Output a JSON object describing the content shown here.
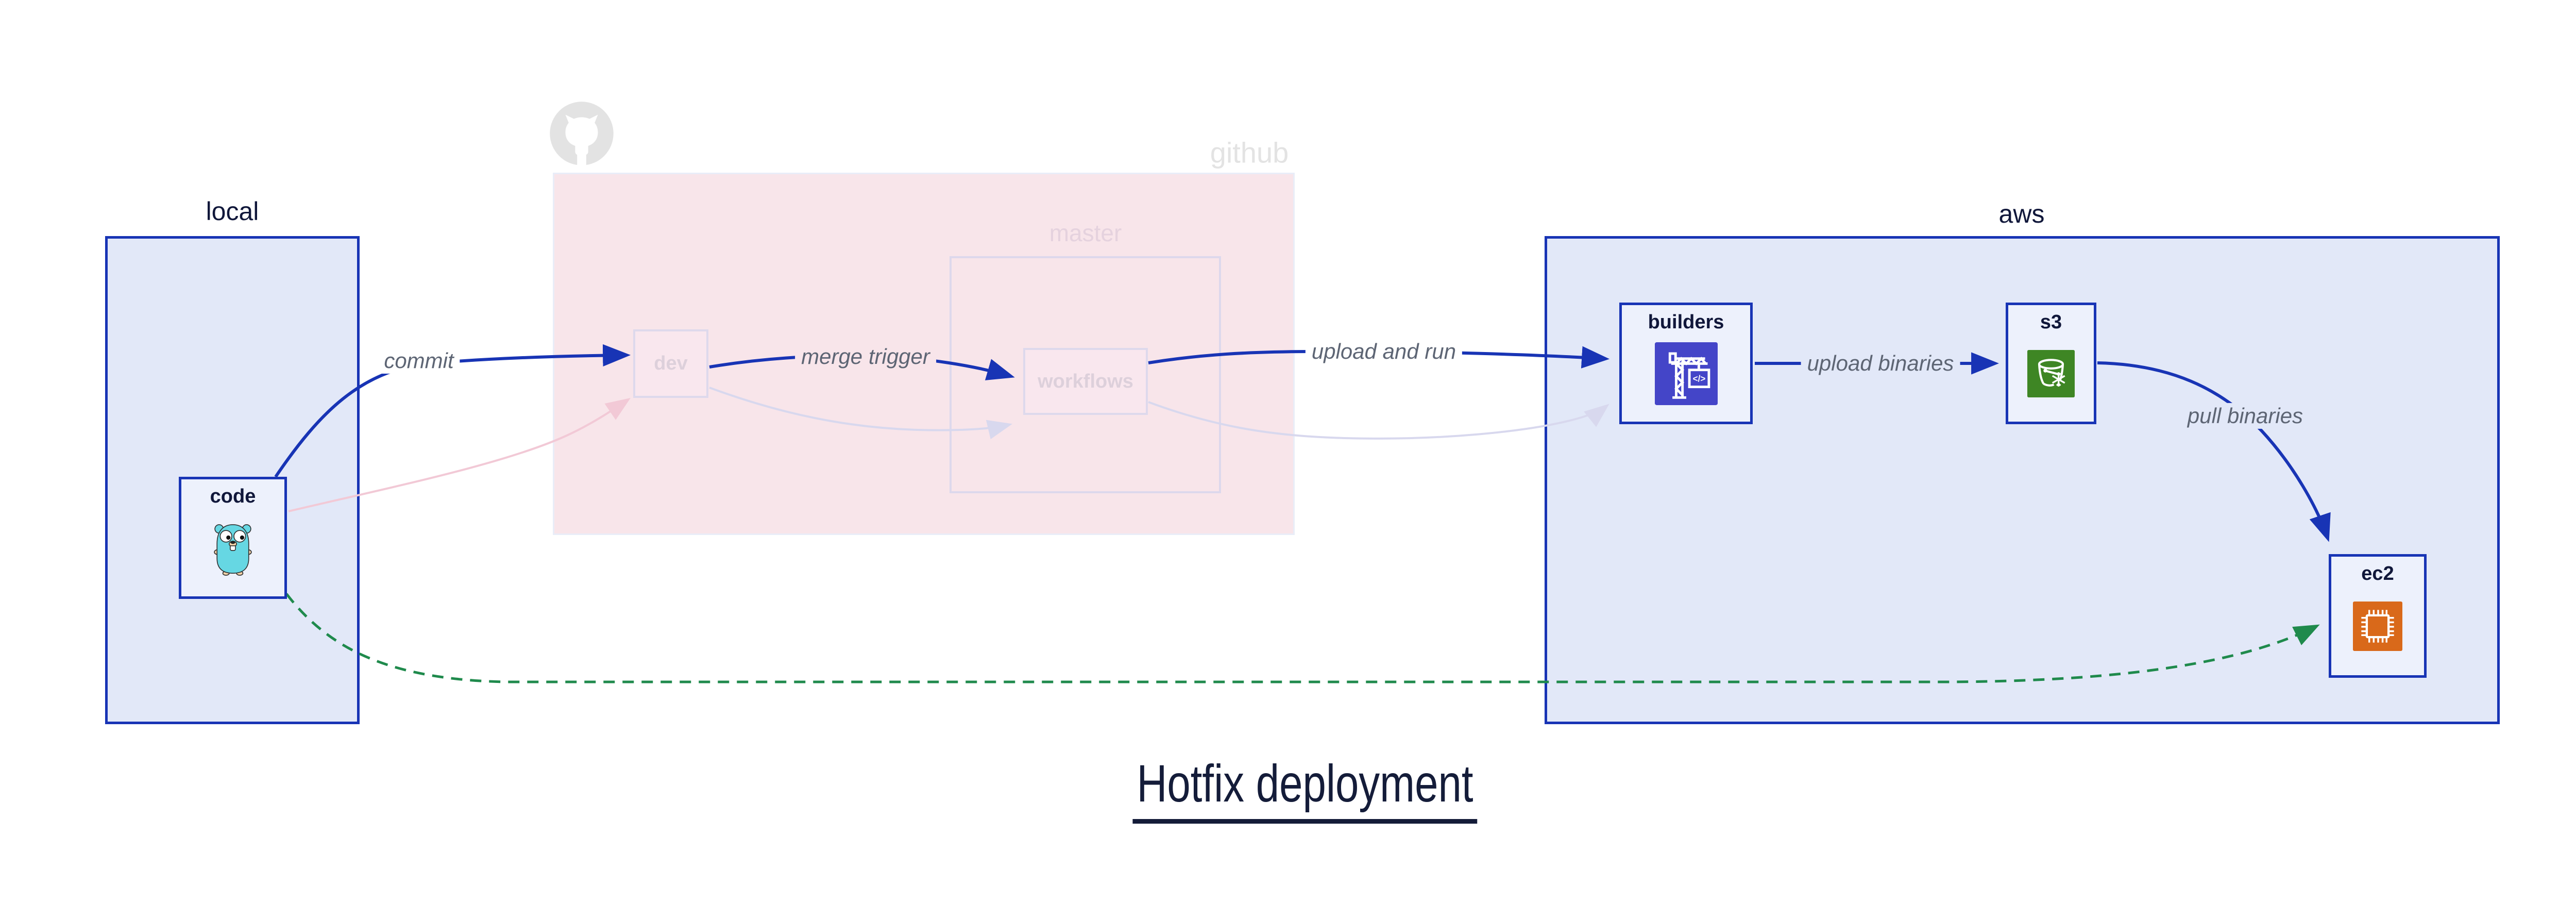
{
  "title": "Hotfix deployment",
  "containers": {
    "local": {
      "label": "local"
    },
    "github": {
      "label": "github"
    },
    "master": {
      "label": "master"
    },
    "aws": {
      "label": "aws"
    }
  },
  "nodes": {
    "code": {
      "label": "code",
      "icon": "go-gopher-icon"
    },
    "dev": {
      "label": "dev"
    },
    "workflows": {
      "label": "workflows"
    },
    "builders": {
      "label": "builders",
      "icon": "codebuild-crane-icon",
      "icon_bg": "#4445c8"
    },
    "s3": {
      "label": "s3",
      "icon": "s3-glacier-bucket-icon",
      "icon_bg": "#3e8624"
    },
    "ec2": {
      "label": "ec2",
      "icon": "ec2-chip-icon",
      "icon_bg": "#d9691a"
    }
  },
  "icons": {
    "github_watermark": "octocat-icon",
    "builders_code_symbol": "</>"
  },
  "edges": {
    "commit": {
      "label": "commit",
      "style": "solid-blue"
    },
    "merge_trigger": {
      "label": "merge trigger",
      "style": "solid-blue"
    },
    "upload_and_run": {
      "label": "upload and run",
      "style": "solid-blue"
    },
    "upload_binaries": {
      "label": "upload binaries",
      "style": "solid-blue"
    },
    "pull_binaries": {
      "label": "pull binaries",
      "style": "solid-blue"
    },
    "hotfix_shortcut": {
      "label": "",
      "style": "dashed-green"
    },
    "faded_commit": {
      "label": "",
      "style": "faded-pink"
    },
    "faded_merge": {
      "label": "",
      "style": "faded-lavender"
    },
    "faded_upload": {
      "label": "",
      "style": "faded-lavender"
    }
  },
  "colors": {
    "accent_blue": "#1834b5",
    "box_fill": "#e2e8f8",
    "node_fill": "#edf1fc",
    "github_fill": "#f8e5ea",
    "faded_border": "#ded9ec",
    "faded_text": "#ddd0db",
    "watermark_gray": "#e3e3e3",
    "edge_label_gray": "#5d6574",
    "green_dashed": "#1f8a4c",
    "faded_pink_edge": "#f2c9d6",
    "faded_lavender_edge": "#d8d8ee",
    "codebuild_indigo": "#4445c8",
    "s3_green": "#3e8624",
    "ec2_orange": "#d9691a",
    "gopher_teal": "#66d7e3",
    "title_navy": "#141c39"
  }
}
